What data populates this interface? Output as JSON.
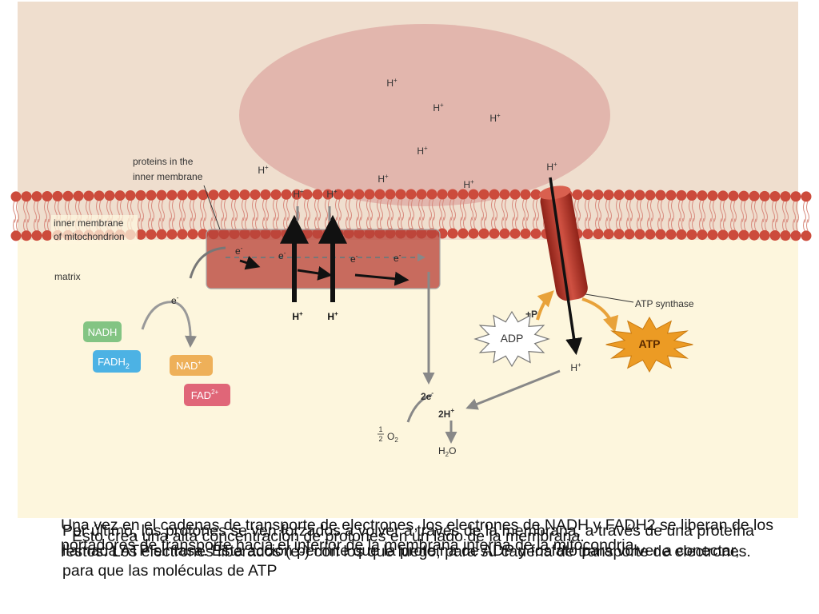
{
  "labels": {
    "proteins_in_membrane": [
      "proteins in the",
      "inner membrane"
    ],
    "inner_membrane": [
      "inner membrane",
      "of mitochondrion"
    ],
    "matrix": "matrix",
    "atp_synthase": "ATP synthase",
    "nadh": "NADH",
    "fadh2": "FADH",
    "fadh2_sub": "2",
    "nad": "NAD",
    "nad_sup": "+",
    "fad": "FAD",
    "fad_sup": "2+",
    "adp": "ADP",
    "atp": "ATP",
    "plus_p": "+P",
    "h": "H",
    "h_sup": "+",
    "e": "e",
    "e_sup": "-",
    "two_e": "2e",
    "two_h": "2H",
    "water": "H",
    "water_sub": "2",
    "water_o": "O",
    "half_num": "1",
    "half_den": "2",
    "oxygen": "O",
    "oxygen_sub": "2"
  },
  "captions": [
    "Una vez en el cadenas de transporte de electrones, los electrones de NADH y FADH2 se liberan de los portadores de transporte hacia el interior de la membrana interna de la mitocondria.",
    "Esto crea una alta concentración de protones en un lado de la membrana.",
    "Por último, los protones se ven forzados a volver a través de la membrana, a través de una proteína llamada ATP sintasa. Esta acción permite que la proteína de ADP y fosfato para volver a conectar, para que las moléculas de ATP",
    "restos. Los electrones liberados (e-) con los que luego, para su cadena de transporte de electrones."
  ],
  "colors": {
    "intermembrane": "#efdece",
    "matrix": "#fdf6dd",
    "proton_pool": "#e2b6ad",
    "lipid_head": "#cc4b3c",
    "protein": "#b33a2e",
    "nadh_box": "#83c483",
    "fadh2_box": "#4cb2e4",
    "nad_box": "#eeb059",
    "fad_box": "#e06678",
    "atp_star": "#ec9b24"
  }
}
